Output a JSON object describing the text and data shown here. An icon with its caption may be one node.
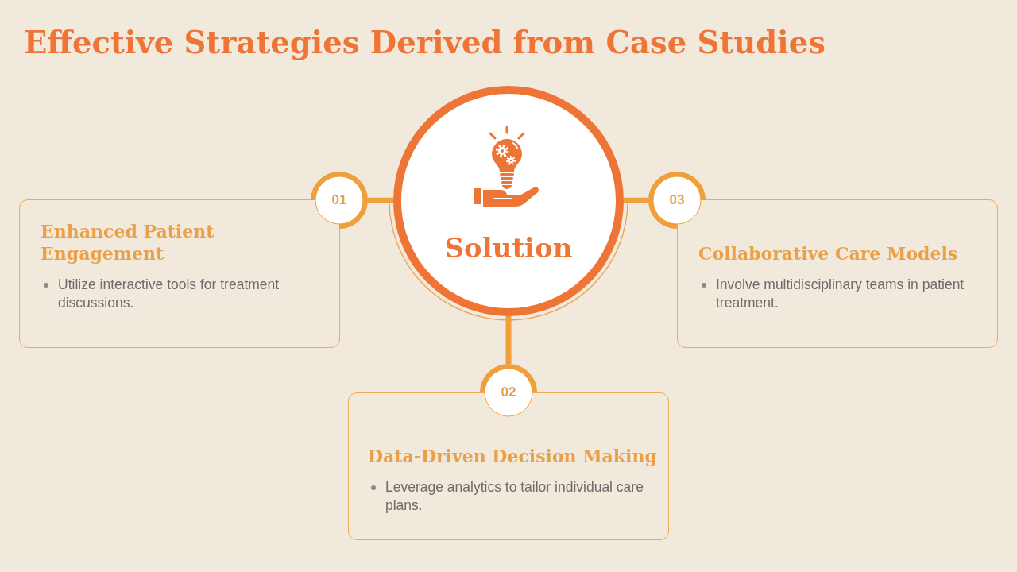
{
  "diagram": {
    "title": "Effective Strategies Derived from Case Studies",
    "nodes": [
      {
        "text": [
          "Enhanced Patient Engagement",
          "Utilize interactive tools for treatment discussions."
        ]
      },
      {
        "text": [
          "01"
        ]
      },
      {
        "text": [
          "Solution"
        ]
      },
      {
        "text": [
          "03"
        ]
      },
      {
        "text": [
          "Collaborative Care Models",
          "Involve multidisciplinary teams in patient treatment."
        ]
      },
      {
        "text": [
          "02"
        ]
      },
      {
        "text": [
          "Data-Driven Decision Making",
          "Leverage analytics to tailor individual care plans."
        ]
      }
    ],
    "edges": [
      {
        "from": 2,
        "to": 1,
        "arrow": "none"
      },
      {
        "from": 2,
        "to": 3,
        "arrow": "none"
      },
      {
        "from": 2,
        "to": 5,
        "arrow": "none"
      }
    ]
  }
}
